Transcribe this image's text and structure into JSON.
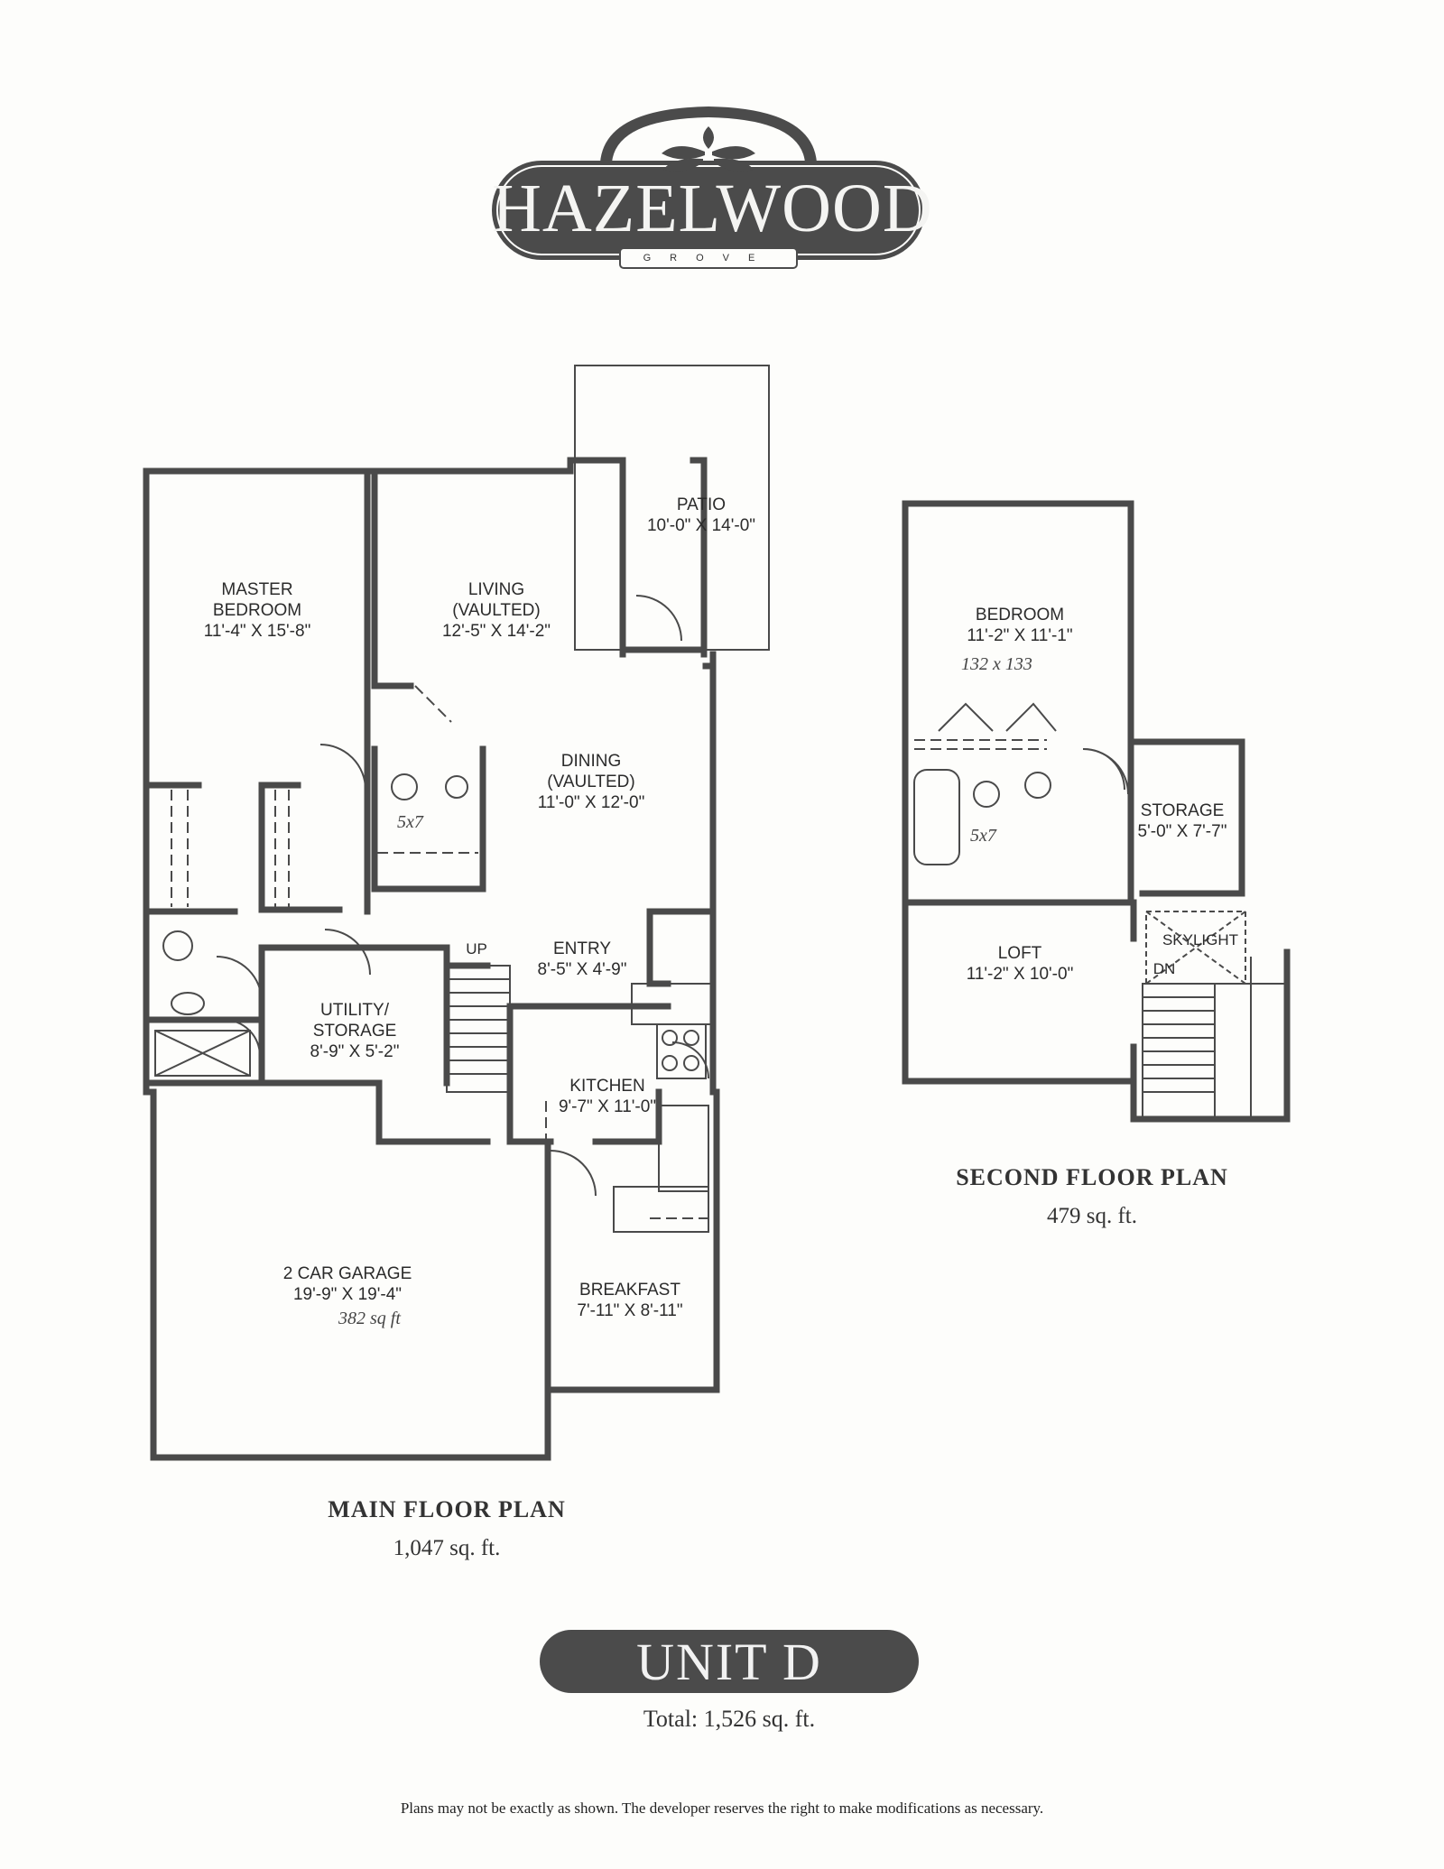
{
  "logo": {
    "name": "HAZELWOOD",
    "sub": "GROVE"
  },
  "main_floor": {
    "title": "MAIN FLOOR PLAN",
    "area": "1,047 sq. ft.",
    "rooms": [
      {
        "lines": [
          "MASTER",
          "BEDROOM",
          "11'-4\" X 15'-8\""
        ]
      },
      {
        "lines": [
          "LIVING",
          "(VAULTED)",
          "12'-5\" X 14'-2\""
        ]
      },
      {
        "lines": [
          "PATIO",
          "10'-0\" X 14'-0\""
        ]
      },
      {
        "lines": [
          "DINING",
          "(VAULTED)",
          "11'-0\" X 12'-0\""
        ]
      },
      {
        "lines": [
          "ENTRY",
          "8'-5\" X 4'-9\""
        ]
      },
      {
        "lines": [
          "UTILITY/",
          "STORAGE",
          "8'-9\" X 5'-2\""
        ]
      },
      {
        "lines": [
          "KITCHEN",
          "9'-7\" X 11'-0\""
        ]
      },
      {
        "lines": [
          "2 CAR GARAGE",
          "19'-9\" X 19'-4\""
        ]
      },
      {
        "lines": [
          "BREAKFAST",
          "7'-11\" X 8'-11\""
        ]
      }
    ],
    "stair_label": "UP",
    "handwritten": [
      "5x7",
      "382 sq ft"
    ]
  },
  "second_floor": {
    "title": "SECOND FLOOR PLAN",
    "area": "479 sq. ft.",
    "rooms": [
      {
        "lines": [
          "BEDROOM",
          "11'-2\" X 11'-1\""
        ]
      },
      {
        "lines": [
          "STORAGE",
          "5'-0\" X 7'-7\""
        ]
      },
      {
        "lines": [
          "LOFT",
          "11'-2\" X 10'-0\""
        ]
      }
    ],
    "skylight_label": "SKYLIGHT",
    "stair_label": "DN",
    "handwritten": [
      "132 x 133",
      "5x7"
    ]
  },
  "unit": {
    "name": "UNIT D",
    "total": "Total: 1,526 sq. ft."
  },
  "disclaimer": "Plans may not be exactly as shown. The developer reserves the right to make modifications as necessary.",
  "colors": {
    "wall": "#4a4a4a",
    "badge": "#4b4b4b",
    "paper": "#fdfdfb"
  }
}
